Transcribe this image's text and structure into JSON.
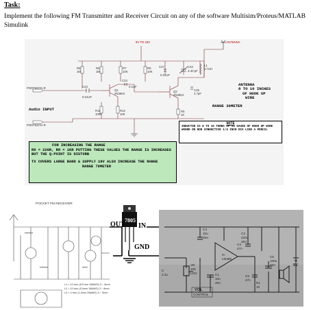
{
  "task": {
    "title": "Task:",
    "text": "Implement the following FM Transmitter and Receiver Circuit on any of the software Multisim/Proteus/MATLAB Simulink"
  },
  "transmitter": {
    "supply_label": "9V TO 18V",
    "antenna_small": "ANTENNA",
    "antenna_note": [
      "ANTENNA",
      "8 TO 10 INCHES",
      "OF HOOK UP",
      "WIRE"
    ],
    "range_note": "RANGE 30METER",
    "audio_input": "Audio INPUT",
    "ports": [
      "PORTBOTA-R",
      "PORTBOTA-R"
    ],
    "components": {
      "R8": "R8",
      "R8v": "1M",
      "R6": "R6",
      "R6v": "1M",
      "R7": "R7",
      "R7v": "10K",
      "R9": "R9",
      "R9v": "10K",
      "C27": "C27",
      "C27v": "0.01UF",
      "C22": "C22",
      "C22v": "4-40 pF",
      "L1": "L1",
      "L1v": "0.7UH",
      "C24": "C24",
      "C24v": "0.1UF",
      "C23": "C23",
      "C23v": "0.01UF",
      "Q1": "Q1",
      "Q1v": "2N3904",
      "Q2": "Q2",
      "Q2v": "2N3904",
      "C25": "C25",
      "C25v": "4.7pF",
      "R11": "R11",
      "R11v": "100K",
      "R12": "R12",
      "R12v": "10K",
      "R5": "R5",
      "R5v": "1K"
    },
    "note": {
      "title": "NOTE",
      "body": "INDUCTOR IS 8 TO 10 TURNS OF 22 GAUGE OF HOOK UP WIRE WOUND ON NON CONDUCTIVE 1/4 INCH DIA LIKE A PENCIL"
    },
    "range_box": {
      "line1": "FOR INCREASING THE RANGE",
      "line2": "R9 = 220R, R8 = 1KR PUTTING THESE VALUES THE RANGE IS INCREASES BUT THE Q-POINT IS DISTURB",
      "line3": "TX COVERS LARGE BAND & SUPPLY 18V ALSO INCREASE THE RANGE",
      "line4": "RANGE 70METER"
    }
  },
  "receiver": {
    "title": "POCKET FM RECEIVER",
    "regulator": "7805",
    "out_label": "OUT",
    "in_label": "IN",
    "gnd_label": "GND",
    "coil_notes": [
      "L1 = 10 turn (8.5 mm 38AWG) 3 ~ 8mm",
      "L2 = 10 turn (5.0mm 38AWG) 3 ~ 8mm",
      "L3 = 4 turn (1.0mm 28AWG) 3 ~ 5mm"
    ],
    "photo_labels": {
      "c4": "C4",
      "c4v": "10u",
      "c4v2": "25V",
      "c3": "C3",
      "c3v": "220u",
      "c3v2": "25V",
      "c2": "C2",
      "c2v": "47n",
      "c6": "C6",
      "c6v": "47n",
      "c5": "C5",
      "c5v": "100u",
      "c5v2": "25V",
      "vr": "VR",
      "vrv": "10K",
      "vrv2": "LOG",
      "c1": "C1",
      "c1v": "10u",
      "c1v2": "25V",
      "ic": "IC",
      "icv": "LM386",
      "r1": "R1",
      "r1v": "10",
      "cin": "C",
      "cinv": "2.2u",
      "vol": "VOL",
      "vol2": "CONTROL",
      "batt": "9V"
    }
  }
}
